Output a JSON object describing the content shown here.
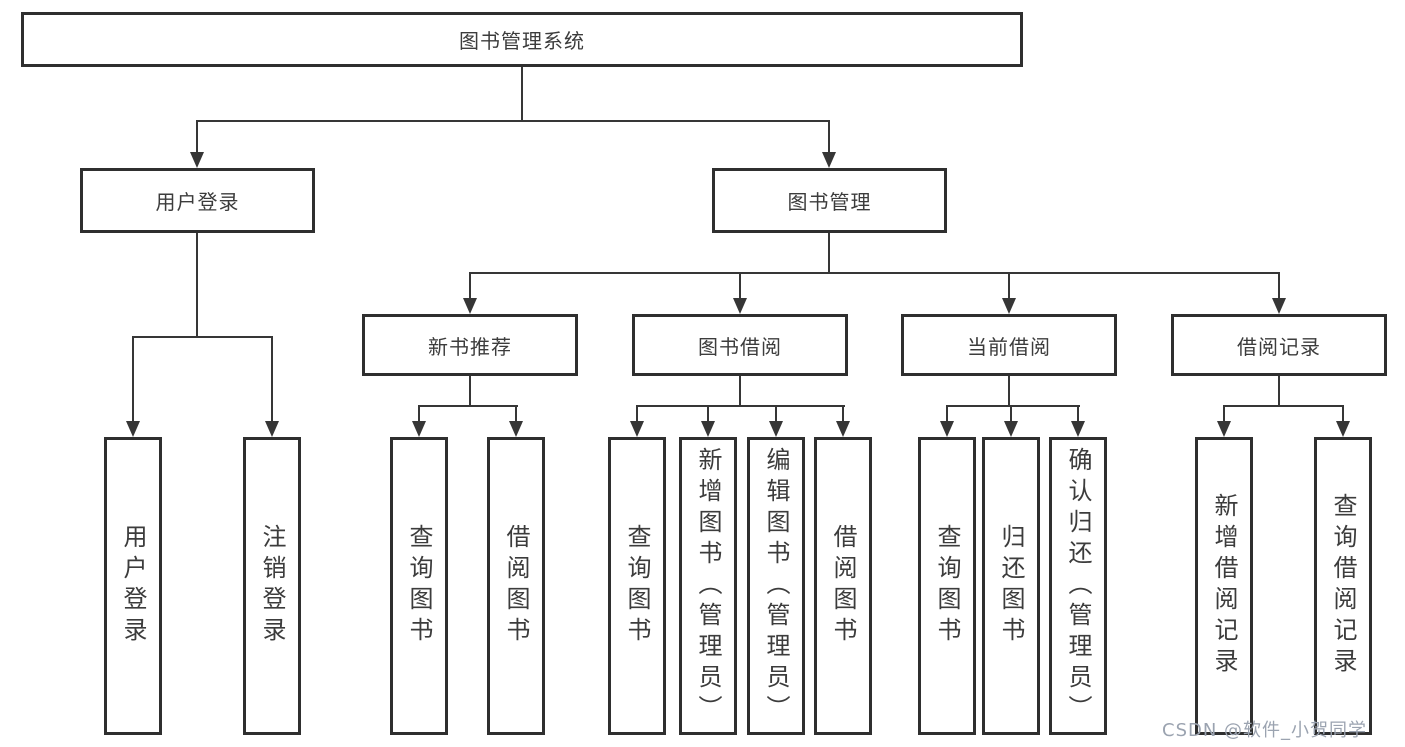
{
  "diagram": {
    "title": "图书管理系统",
    "level2": {
      "user_login": "用户登录",
      "book_management": "图书管理"
    },
    "level3": {
      "new_book_recommend": "新书推荐",
      "book_borrowing": "图书借阅",
      "current_borrowing": "当前借阅",
      "borrowing_records": "借阅记录"
    },
    "leaves": {
      "user_login": [
        "用户登录",
        "注销登录"
      ],
      "new_book_recommend": [
        "查询图书",
        "借阅图书"
      ],
      "book_borrowing": [
        "查询图书",
        "新增图书（管理员）",
        "编辑图书（管理员）",
        "借阅图书"
      ],
      "current_borrowing": [
        "查询图书",
        "归还图书",
        "确认归还（管理员）"
      ],
      "borrowing_records": [
        "新增借阅记录",
        "查询借阅记录"
      ]
    }
  },
  "watermark": {
    "text": "CSDN @软件_小贺同学"
  },
  "colors": {
    "line": "#363636",
    "border": "#2f2f2f",
    "text": "#3c3c3c",
    "background": "#ffffff",
    "watermark": "#9ba3b0"
  }
}
